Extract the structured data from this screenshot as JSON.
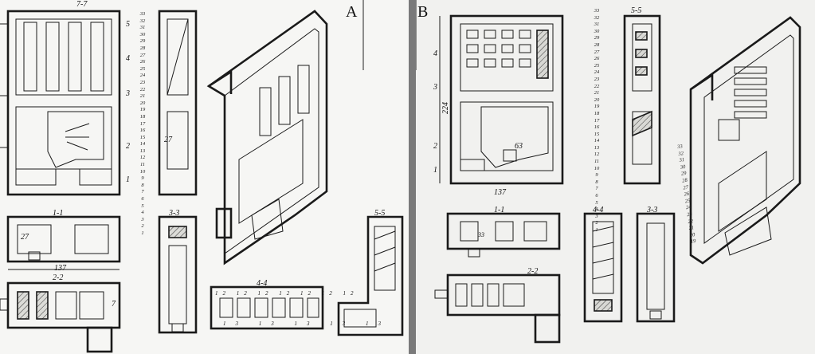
{
  "panel_a": {
    "letter": "A",
    "section_7_7": "7-7",
    "section_1_1": "1-1",
    "section_2_2": "2-2",
    "section_3_3": "3-3",
    "section_4_4": "4-4",
    "section_5_5": "5-5",
    "marker_5": "5",
    "marker_4": "4",
    "marker_3": "3",
    "marker_2": "2",
    "marker_1": "1",
    "dim_27": "27",
    "dim_27b": "27",
    "dim_137": "137",
    "dim_7": "7",
    "row_counts": [
      "33",
      "32",
      "31",
      "30",
      "29",
      "28",
      "27",
      "26",
      "25",
      "24",
      "23",
      "22",
      "21",
      "20",
      "19",
      "18",
      "17",
      "16",
      "15",
      "14",
      "13",
      "12",
      "11",
      "10",
      "9",
      "8",
      "7",
      "6",
      "5",
      "4",
      "3",
      "2",
      "1"
    ],
    "dims_4_4_top": [
      "12",
      "12",
      "12",
      "12",
      "12",
      "12",
      "12"
    ],
    "dims_4_4_bottom": [
      "13",
      "13",
      "13",
      "13",
      "13"
    ]
  },
  "panel_b": {
    "letter": "B",
    "section_5_5": "5-5",
    "section_1_1": "1-1",
    "section_4_4": "4-4",
    "section_3_3": "3-3",
    "section_2_2": "2-2",
    "marker_4": "4",
    "marker_3": "3",
    "marker_2": "2",
    "marker_1": "1",
    "dim_224": "224",
    "dim_137": "137",
    "dim_63": "63",
    "dim_33": "33",
    "row_counts": [
      "33",
      "32",
      "31",
      "30",
      "29",
      "28",
      "27",
      "26",
      "25",
      "24",
      "23",
      "22",
      "21",
      "20",
      "19",
      "18",
      "17",
      "16",
      "15",
      "14",
      "13",
      "12",
      "11",
      "10",
      "9",
      "8",
      "7",
      "6",
      "5",
      "4",
      "3",
      "2",
      "1"
    ],
    "side_counts": [
      "33",
      "32",
      "31",
      "30",
      "29",
      "28",
      "27",
      "26",
      "25",
      "24",
      "23",
      "22",
      "21",
      "20",
      "19"
    ]
  }
}
